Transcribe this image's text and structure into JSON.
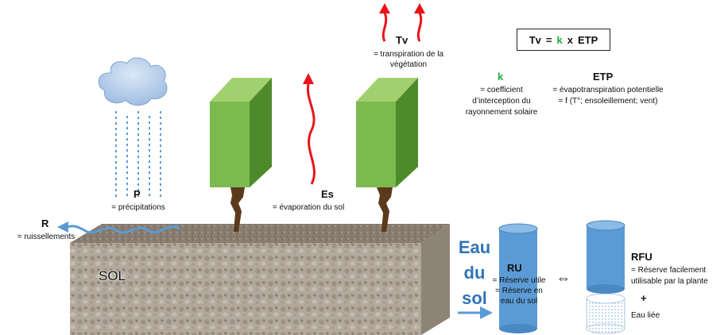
{
  "formula": {
    "lhs": "Tv",
    "eq": "=",
    "k": "k",
    "op": "x",
    "rhs": "ETP"
  },
  "tv": {
    "symbol": "Tv",
    "desc_line1": "= transpiration de la",
    "desc_line2": "végétation"
  },
  "k": {
    "symbol": "k",
    "desc_line1": "= coefficient",
    "desc_line2": "d’interception du",
    "desc_line3": "rayonnement solaire"
  },
  "etp": {
    "symbol": "ETP",
    "desc_line1": "= évapotranspiration potentielle",
    "desc_line2": "= f (T°; ensoleillement; vent)"
  },
  "p": {
    "symbol": "P",
    "desc": "= précipitations"
  },
  "es": {
    "symbol": "Es",
    "desc": "= évaporation du sol"
  },
  "r": {
    "symbol": "R",
    "desc": "= ruissellements"
  },
  "sol": {
    "label": "SOL"
  },
  "eau_du_sol": {
    "line1": "Eau",
    "line2": "du",
    "line3": "sol"
  },
  "ru": {
    "symbol": "RU",
    "desc_line1": "= Réserve utile",
    "desc_line2": "= Réserve en",
    "desc_line3": "eau du sol"
  },
  "equiv": {
    "symbol": "⇔"
  },
  "rfu": {
    "symbol": "RFU",
    "desc_line1": "= Réserve facilement",
    "desc_line2": "utilisable par la plante",
    "plus": "+",
    "bound": "Eau liée"
  },
  "colors": {
    "arrow_red": "#e8141a",
    "leaf_front": "#7cba4f",
    "leaf_side": "#4e8a2a",
    "leaf_top": "#a3d06f",
    "water_blue": "#5b9bd5",
    "text_blue": "#2f74b5",
    "k_green": "#1fae3a",
    "soil": "#b0a59a"
  }
}
